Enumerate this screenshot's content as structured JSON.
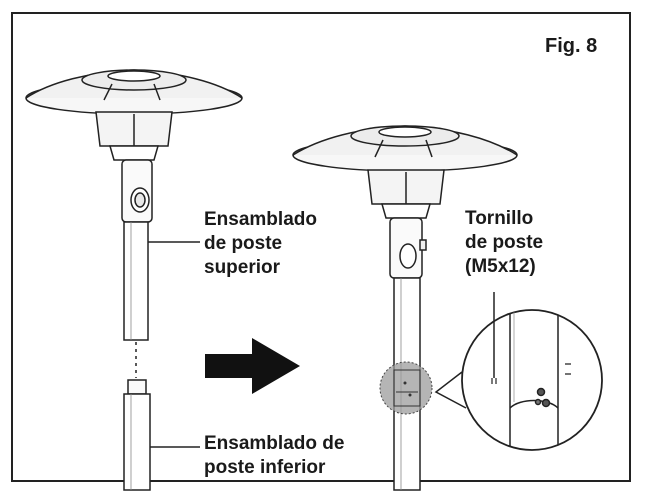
{
  "figure": {
    "title": "Fig. 8"
  },
  "labels": {
    "upper_pole": [
      "Ensamblado",
      "de poste",
      "superior"
    ],
    "screw": [
      "Tornillo",
      "de poste",
      "(M5x12)"
    ],
    "lower_pole": [
      "Ensamblado de",
      "poste inferior"
    ]
  },
  "icons": {
    "arrow": "right-arrow-icon",
    "magnifier": "zoom-callout-icon"
  },
  "colors": {
    "ink": "#222222",
    "fill_light": "#f4f4f4",
    "highlight": "#9c9c9c"
  }
}
